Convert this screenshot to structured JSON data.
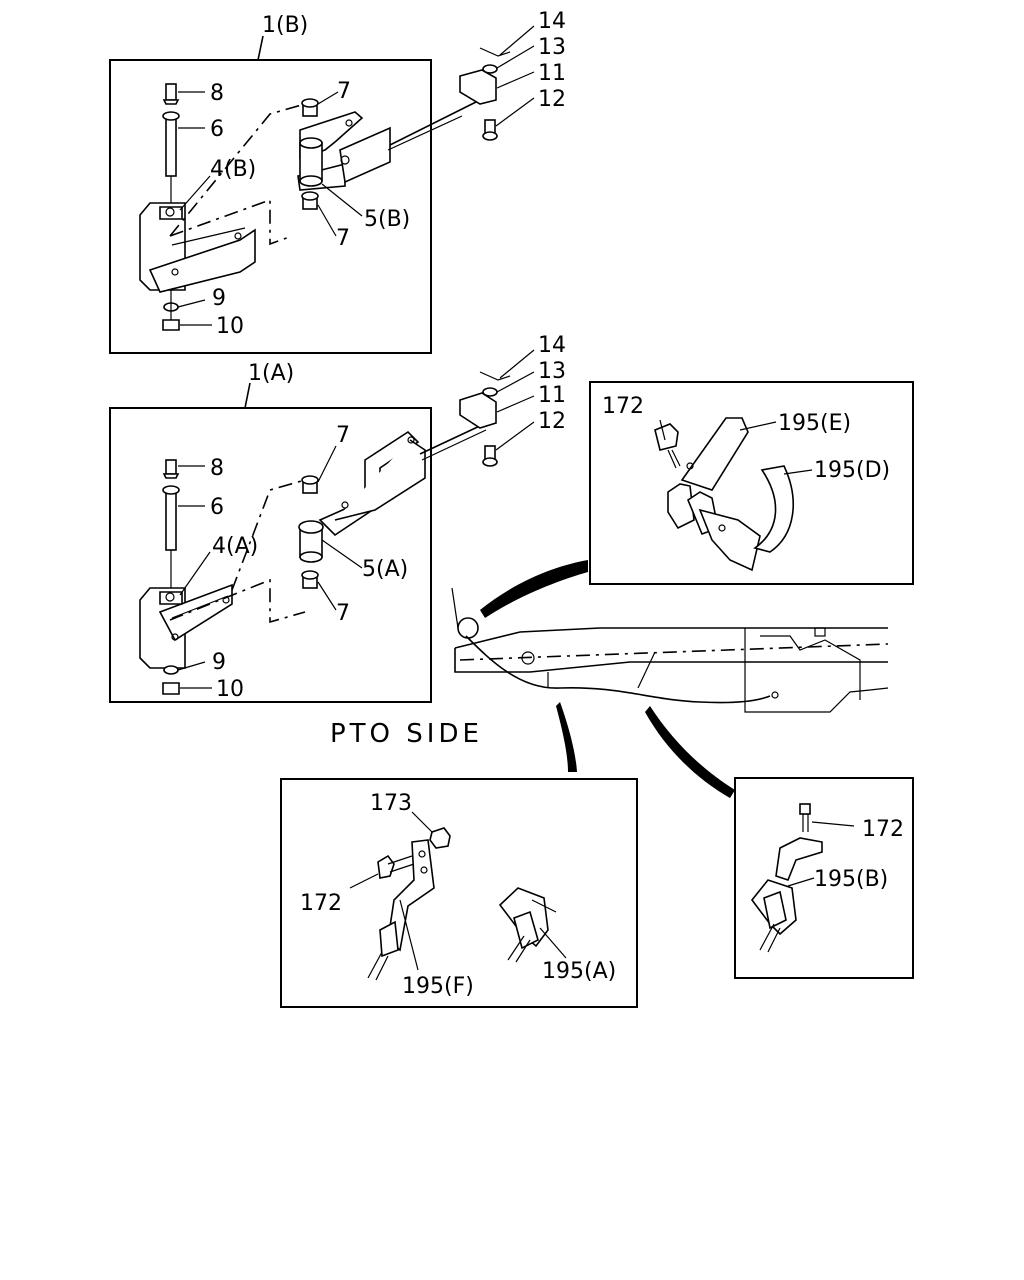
{
  "assembly_b": {
    "title": "1(B)",
    "callouts": {
      "c8": "8",
      "c6": "6",
      "c4": "4(B)",
      "c9": "9",
      "c10": "10",
      "c7a": "7",
      "c7b": "7",
      "c5": "5(B)",
      "c14": "14",
      "c13": "13",
      "c11": "11",
      "c12": "12"
    }
  },
  "assembly_a": {
    "title": "1(A)",
    "callouts": {
      "c8": "8",
      "c6": "6",
      "c4": "4(A)",
      "c9": "9",
      "c10": "10",
      "c7a": "7",
      "c7b": "7",
      "c5": "5(A)",
      "c14": "14",
      "c13": "13",
      "c11": "11",
      "c12": "12"
    }
  },
  "side_label": "PTO SIDE",
  "detail_top_right": {
    "c172": "172",
    "c195e": "195(E)",
    "c195d": "195(D)"
  },
  "detail_bottom_center": {
    "c173": "173",
    "c172": "172",
    "c195f": "195(F)",
    "c195a": "195(A)"
  },
  "detail_bottom_right": {
    "c172": "172",
    "c195b": "195(B)"
  }
}
